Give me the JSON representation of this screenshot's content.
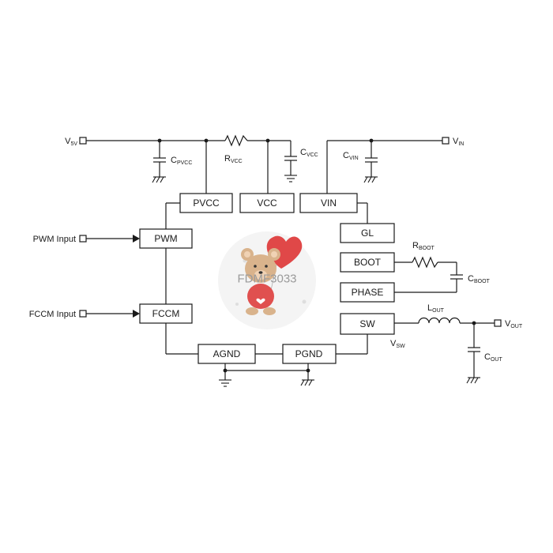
{
  "chip": {
    "part_number": "FDMF3033"
  },
  "pins": {
    "pvcc": "PVCC",
    "vcc": "VCC",
    "vin": "VIN",
    "pwm": "PWM",
    "fccm": "FCCM",
    "gl": "GL",
    "boot": "BOOT",
    "phase": "PHASE",
    "sw": "SW",
    "agnd": "AGND",
    "pgnd": "PGND"
  },
  "inputs": {
    "pwm_input": "PWM Input",
    "fccm_input": "FCCM Input"
  },
  "nets": {
    "v5v": {
      "main": "V",
      "sub": "5V"
    },
    "vin": {
      "main": "V",
      "sub": "IN"
    },
    "vout": {
      "main": "V",
      "sub": "OUT"
    },
    "vsw": {
      "main": "V",
      "sub": "SW"
    }
  },
  "components": {
    "c_pvcc": {
      "main": "C",
      "sub": "PVCC"
    },
    "r_vcc": {
      "main": "R",
      "sub": "VCC"
    },
    "c_vcc": {
      "main": "C",
      "sub": "VCC"
    },
    "c_vin": {
      "main": "C",
      "sub": "VIN"
    },
    "r_boot": {
      "main": "R",
      "sub": "BOOT"
    },
    "c_boot": {
      "main": "C",
      "sub": "BOOT"
    },
    "l_out": {
      "main": "L",
      "sub": "OUT"
    },
    "c_out": {
      "main": "C",
      "sub": "OUT"
    }
  },
  "colors": {
    "line": "#1a1a1a",
    "heart": "#e04848",
    "bear": "#d9b38c",
    "bear_shirt": "#e0504f",
    "watermark_text": "#9a9a9a"
  },
  "icons": {
    "watermark": "teddy-bear-heart-balloon-icon",
    "ground": "ground-icon",
    "terminal": "terminal-square-icon"
  }
}
